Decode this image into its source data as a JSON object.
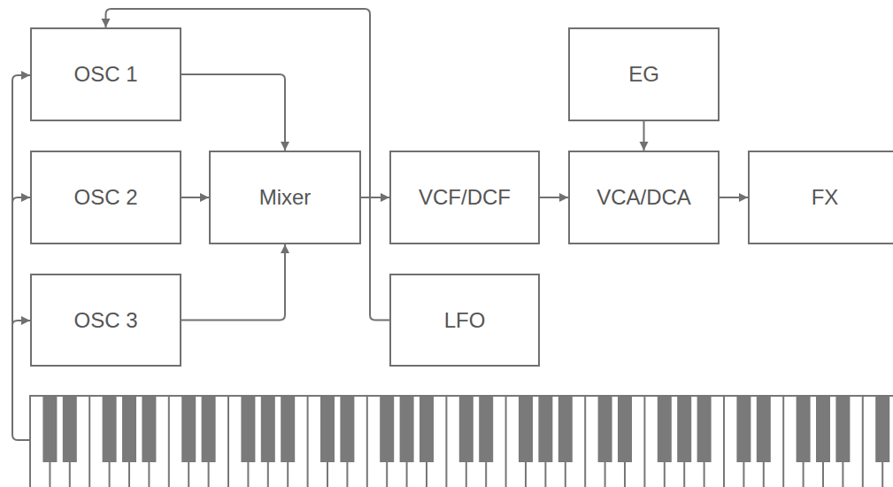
{
  "diagram": {
    "nodes": [
      {
        "text": [
          "OSC 1"
        ]
      },
      {
        "text": [
          "EG"
        ]
      },
      {
        "text": [
          "OSC 2"
        ]
      },
      {
        "text": [
          "Mixer"
        ]
      },
      {
        "text": [
          "VCF/DCF"
        ]
      },
      {
        "text": [
          "VCA/DCA"
        ]
      },
      {
        "text": [
          "FX"
        ]
      },
      {
        "text": [
          "OSC 3"
        ]
      },
      {
        "text": [
          "LFO"
        ]
      }
    ],
    "edges": [
      {
        "from": 0,
        "to": 3,
        "arrow": "to"
      },
      {
        "from": 2,
        "to": 3,
        "arrow": "to"
      },
      {
        "from": 7,
        "to": 3,
        "arrow": "to"
      },
      {
        "from": 3,
        "to": 4,
        "arrow": "to"
      },
      {
        "from": 4,
        "to": 5,
        "arrow": "to"
      },
      {
        "from": 1,
        "to": 5,
        "arrow": "to"
      },
      {
        "from": 5,
        "to": 6,
        "arrow": "to"
      },
      {
        "from": 8,
        "to": 0,
        "arrow": "to"
      }
    ]
  }
}
